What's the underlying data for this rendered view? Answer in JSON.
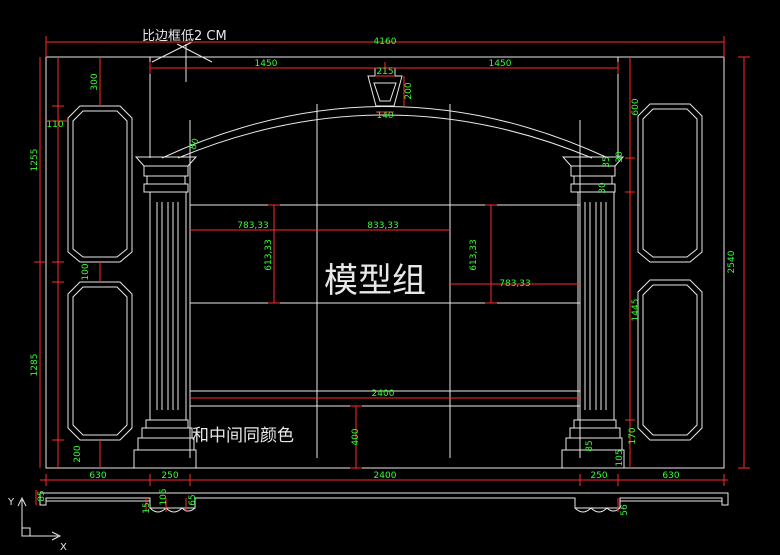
{
  "drawing": {
    "note_top": "比边框低2  CM",
    "center_label": "模型组",
    "bottom_note": "和中间同颜色",
    "dims": {
      "overall_width": "4160",
      "overall_height": "2540",
      "half_span_left": "1450",
      "half_span_right": "1450",
      "keystone_top": "215",
      "keystone_height": "200",
      "keystone_bottom": "140",
      "panel_top_gap": "300",
      "panel_side_gap": "110",
      "upper_panel_height": "1255",
      "panel_mid_gap": "100",
      "lower_panel_height": "1285",
      "panel_bottom_gap": "200",
      "cell_left_w": "783,33",
      "cell_mid_w": "833,33",
      "cell_left_h": "613,33",
      "cell_right_h": "613,33",
      "cell_right_w": "783,33",
      "center_band": "2400",
      "band_height": "400",
      "right_top_gap": "600",
      "right_panel_height": "1445",
      "right_cap_a": "30",
      "right_cap_b": "30",
      "right_cap_c": "35",
      "right_base_a": "85",
      "right_base_b": "105",
      "right_base_c": "170",
      "arch_note": "80",
      "bottom_630_left": "630",
      "bottom_250_left": "250",
      "bottom_2400": "2400",
      "bottom_250_right": "250",
      "bottom_630_right": "630",
      "sec_85": "85",
      "sec_15": "15",
      "sec_105": "105",
      "sec_65": "65",
      "sec_56": "56"
    },
    "ucs": {
      "y": "Y",
      "x": "X"
    }
  }
}
